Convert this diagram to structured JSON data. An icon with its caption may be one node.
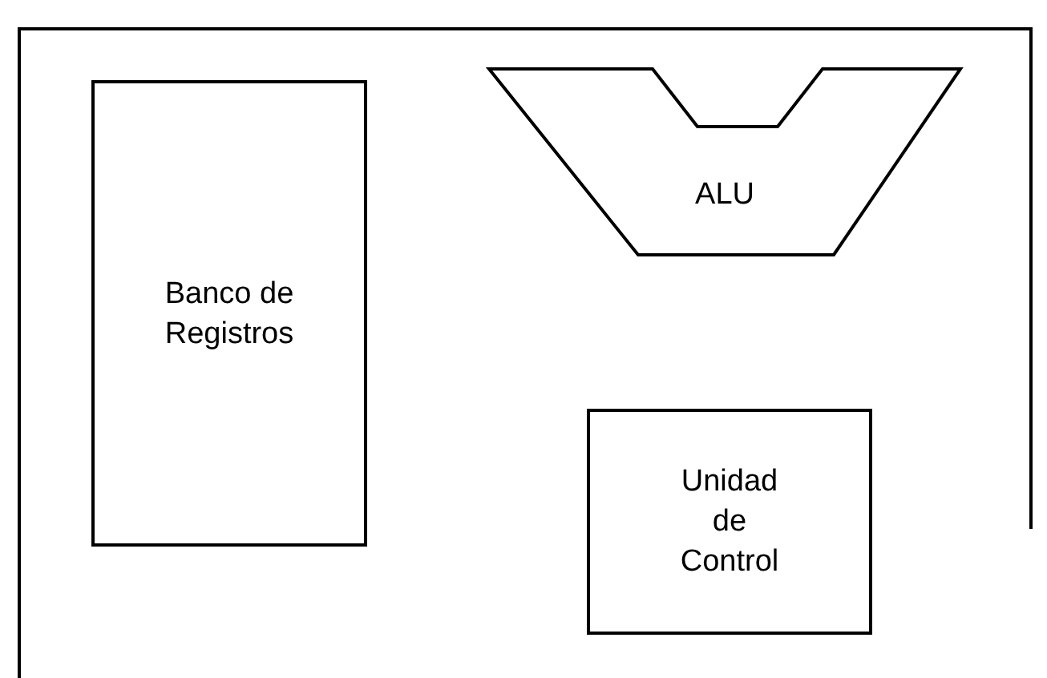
{
  "diagram": {
    "nodes": [
      {
        "text": [
          "Banco de Registros"
        ]
      },
      {
        "text": [
          "ALU"
        ]
      },
      {
        "text": [
          "Unidad de Control"
        ]
      }
    ]
  }
}
